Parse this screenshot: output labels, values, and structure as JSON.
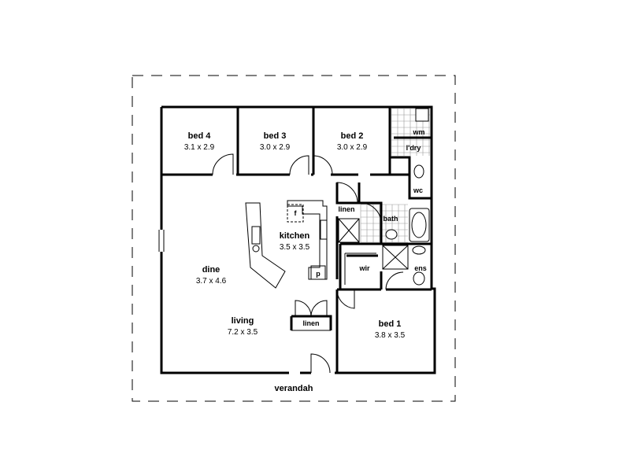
{
  "rooms": {
    "bed4": {
      "name": "bed 4",
      "dims": "3.1 x 2.9"
    },
    "bed3": {
      "name": "bed 3",
      "dims": "3.0 x 2.9"
    },
    "bed2": {
      "name": "bed 2",
      "dims": "3.0 x 2.9"
    },
    "kitchen": {
      "name": "kitchen",
      "dims": "3.5 x 3.5"
    },
    "dine": {
      "name": "dine",
      "dims": "3.7 x 4.6"
    },
    "living": {
      "name": "living",
      "dims": "7.2 x 3.5"
    },
    "bed1": {
      "name": "bed 1",
      "dims": "3.8 x 3.5"
    },
    "wm": {
      "name": "wm"
    },
    "ldry": {
      "name": "l'dry"
    },
    "wc": {
      "name": "wc"
    },
    "linen_top": {
      "name": "linen"
    },
    "bath": {
      "name": "bath"
    },
    "wir": {
      "name": "wir"
    },
    "ens": {
      "name": "ens"
    },
    "linen_bottom": {
      "name": "linen"
    },
    "fridge": {
      "name": "f"
    },
    "pantry": {
      "name": "p"
    },
    "verandah": {
      "name": "verandah"
    }
  }
}
